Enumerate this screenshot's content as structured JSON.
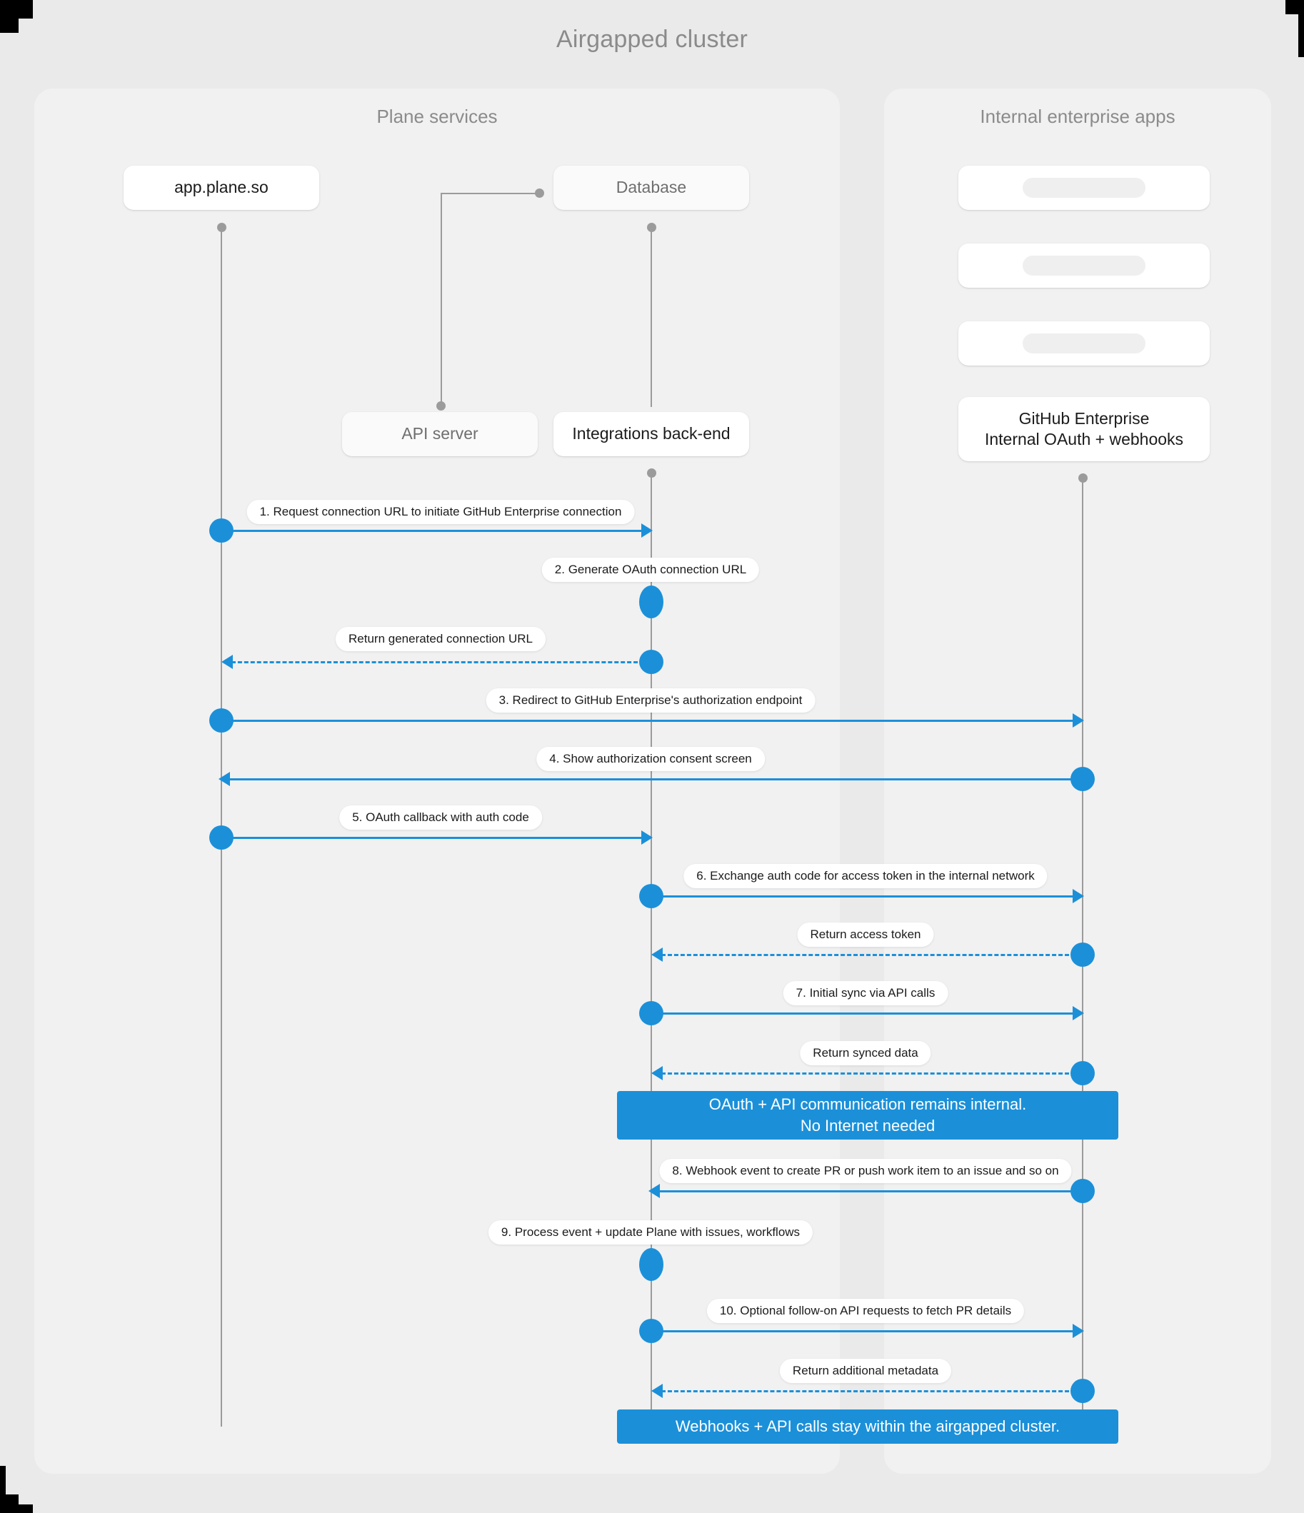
{
  "title": "Airgapped cluster",
  "accent": "#1b90d9",
  "panels": {
    "left": {
      "title": "Plane services"
    },
    "right": {
      "title": "Internal enterprise apps"
    }
  },
  "nodes": {
    "app_plane": {
      "label": "app.plane.so"
    },
    "database": {
      "label": "Database"
    },
    "api_server": {
      "label": "API server"
    },
    "integrations_backend": {
      "label": "Integrations back-end"
    },
    "placeholder_1": {
      "label": ""
    },
    "placeholder_2": {
      "label": ""
    },
    "placeholder_3": {
      "label": ""
    },
    "github_enterprise": {
      "line1": "GitHub Enterprise",
      "line2": "Internal OAuth + webhooks"
    }
  },
  "messages": [
    {
      "id": "m1",
      "label": "1. Request connection URL to initiate GitHub Enterprise connection",
      "from": "app.plane.so",
      "to": "Integrations back-end",
      "direction": "right",
      "style": "solid"
    },
    {
      "id": "m2",
      "label": "2. Generate OAuth connection URL",
      "from": "Integrations back-end",
      "to": "Integrations back-end",
      "direction": "self",
      "style": "solid"
    },
    {
      "id": "m3",
      "label": "Return generated connection URL",
      "from": "Integrations back-end",
      "to": "app.plane.so",
      "direction": "left",
      "style": "dashed"
    },
    {
      "id": "m4",
      "label": "3. Redirect to GitHub Enterprise's authorization endpoint",
      "from": "app.plane.so",
      "to": "GitHub Enterprise",
      "direction": "right",
      "style": "solid"
    },
    {
      "id": "m5",
      "label": "4. Show authorization consent screen",
      "from": "GitHub Enterprise",
      "to": "app.plane.so",
      "direction": "left",
      "style": "solid"
    },
    {
      "id": "m6",
      "label": "5. OAuth callback with auth code",
      "from": "app.plane.so",
      "to": "Integrations back-end",
      "direction": "right",
      "style": "solid"
    },
    {
      "id": "m7",
      "label": "6. Exchange auth code for access token in the internal network",
      "from": "Integrations back-end",
      "to": "GitHub Enterprise",
      "direction": "right",
      "style": "solid"
    },
    {
      "id": "m8",
      "label": "Return access token",
      "from": "GitHub Enterprise",
      "to": "Integrations back-end",
      "direction": "left",
      "style": "dashed"
    },
    {
      "id": "m9",
      "label": "7. Initial sync via API calls",
      "from": "Integrations back-end",
      "to": "GitHub Enterprise",
      "direction": "right",
      "style": "solid"
    },
    {
      "id": "m10",
      "label": "Return synced data",
      "from": "GitHub Enterprise",
      "to": "Integrations back-end",
      "direction": "left",
      "style": "dashed"
    },
    {
      "id": "m11",
      "label": "8. Webhook event to create PR  or push work item to an issue  and so on",
      "from": "GitHub Enterprise",
      "to": "Integrations back-end",
      "direction": "left",
      "style": "solid"
    },
    {
      "id": "m12",
      "label": "9. Process event + update Plane with issues, workflows",
      "from": "Integrations back-end",
      "to": "Integrations back-end",
      "direction": "self",
      "style": "solid"
    },
    {
      "id": "m13",
      "label": "10. Optional follow-on API requests to fetch PR details",
      "from": "Integrations back-end",
      "to": "GitHub Enterprise",
      "direction": "right",
      "style": "solid"
    },
    {
      "id": "m14",
      "label": "Return additional metadata",
      "from": "GitHub Enterprise",
      "to": "Integrations back-end",
      "direction": "left",
      "style": "dashed"
    }
  ],
  "notes": [
    {
      "id": "n1",
      "line1": "OAuth + API communication remains internal.",
      "line2": "No Internet needed"
    },
    {
      "id": "n2",
      "line1": "Webhooks + API calls stay within the airgapped cluster.",
      "line2": ""
    }
  ]
}
